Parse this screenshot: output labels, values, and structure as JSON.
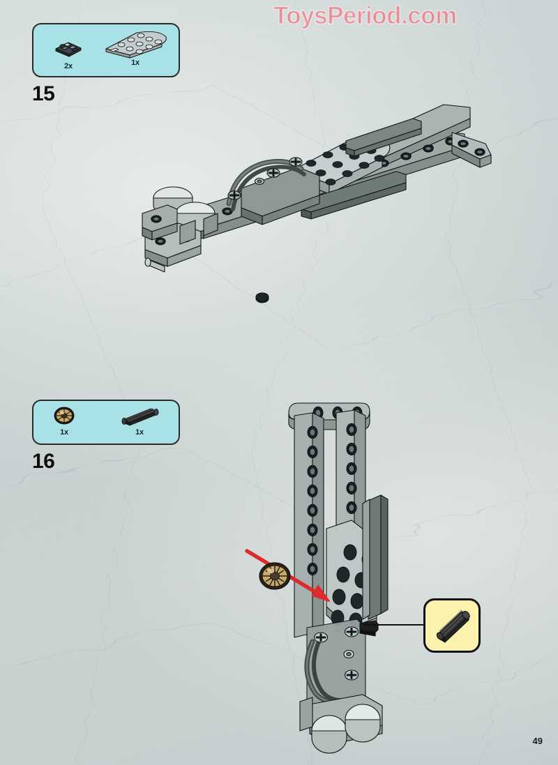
{
  "page": {
    "number": "49",
    "background_color": "#ccd4d4",
    "watermark": "ToysPeriod.com",
    "watermark_color": "#f0606f"
  },
  "callout_style": {
    "fill": "#a9e2e6",
    "border": "#2a2a2a"
  },
  "steps": [
    {
      "number": "15",
      "parts": [
        {
          "name": "dark-gray-modified-plate",
          "qty": "2x",
          "color": "#3c4549"
        },
        {
          "name": "light-gray-wedge-plate-3x6",
          "qty": "1x",
          "color": "#b8c2c2"
        }
      ]
    },
    {
      "number": "16",
      "parts": [
        {
          "name": "tan-gold-gear",
          "qty": "1x",
          "color": "#c9ab6a"
        },
        {
          "name": "black-technic-axle",
          "qty": "1x",
          "color": "#2b2b2b"
        }
      ]
    }
  ],
  "annotations": {
    "arrow_color": "#dd2b2b",
    "inset_fill": "#fbf3ad",
    "inset_part": "black-technic-axle"
  }
}
